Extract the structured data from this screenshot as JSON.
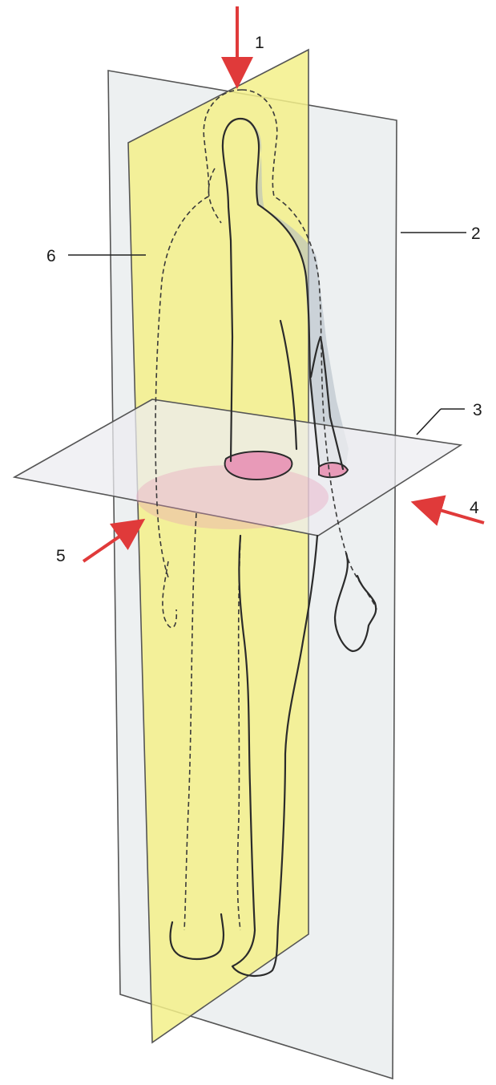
{
  "labels": {
    "n1": "1",
    "n2": "2",
    "n3": "3",
    "n4": "4",
    "n5": "5",
    "n6": "6"
  },
  "colors": {
    "sagittal_plane": "#f3f08a",
    "frontal_plane": "#d9dde0",
    "horizontal_plane": "#e8e8ec",
    "waist_section": "#e89ab8",
    "arrow": "#e03a3a",
    "outline": "#2b2b2b"
  },
  "icons": [
    "arrow-icon"
  ]
}
